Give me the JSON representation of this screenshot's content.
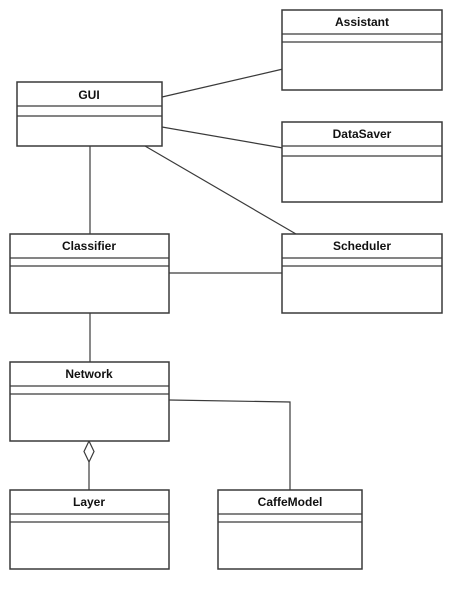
{
  "classes": {
    "assistant": "Assistant",
    "gui": "GUI",
    "datasaver": "DataSaver",
    "classifier": "Classifier",
    "scheduler": "Scheduler",
    "network": "Network",
    "layer": "Layer",
    "caffemodel": "CaffeModel"
  }
}
